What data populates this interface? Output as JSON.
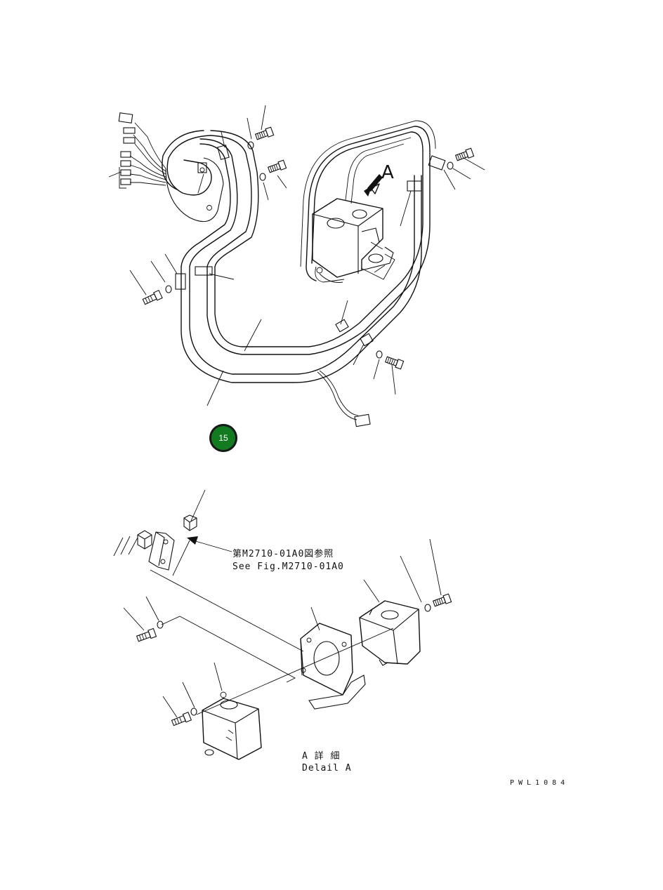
{
  "view_label": "A",
  "reference_jp": "第M2710-01A0図参照",
  "reference_en": "See Fig.M2710-01A0",
  "detail_jp": "A 詳 細",
  "detail_en": "Delail A",
  "drawing_code": "PWL1084",
  "badge_number": "15",
  "colors": {
    "line": "#111111",
    "badge": "#127a1f",
    "background": "#ffffff"
  }
}
